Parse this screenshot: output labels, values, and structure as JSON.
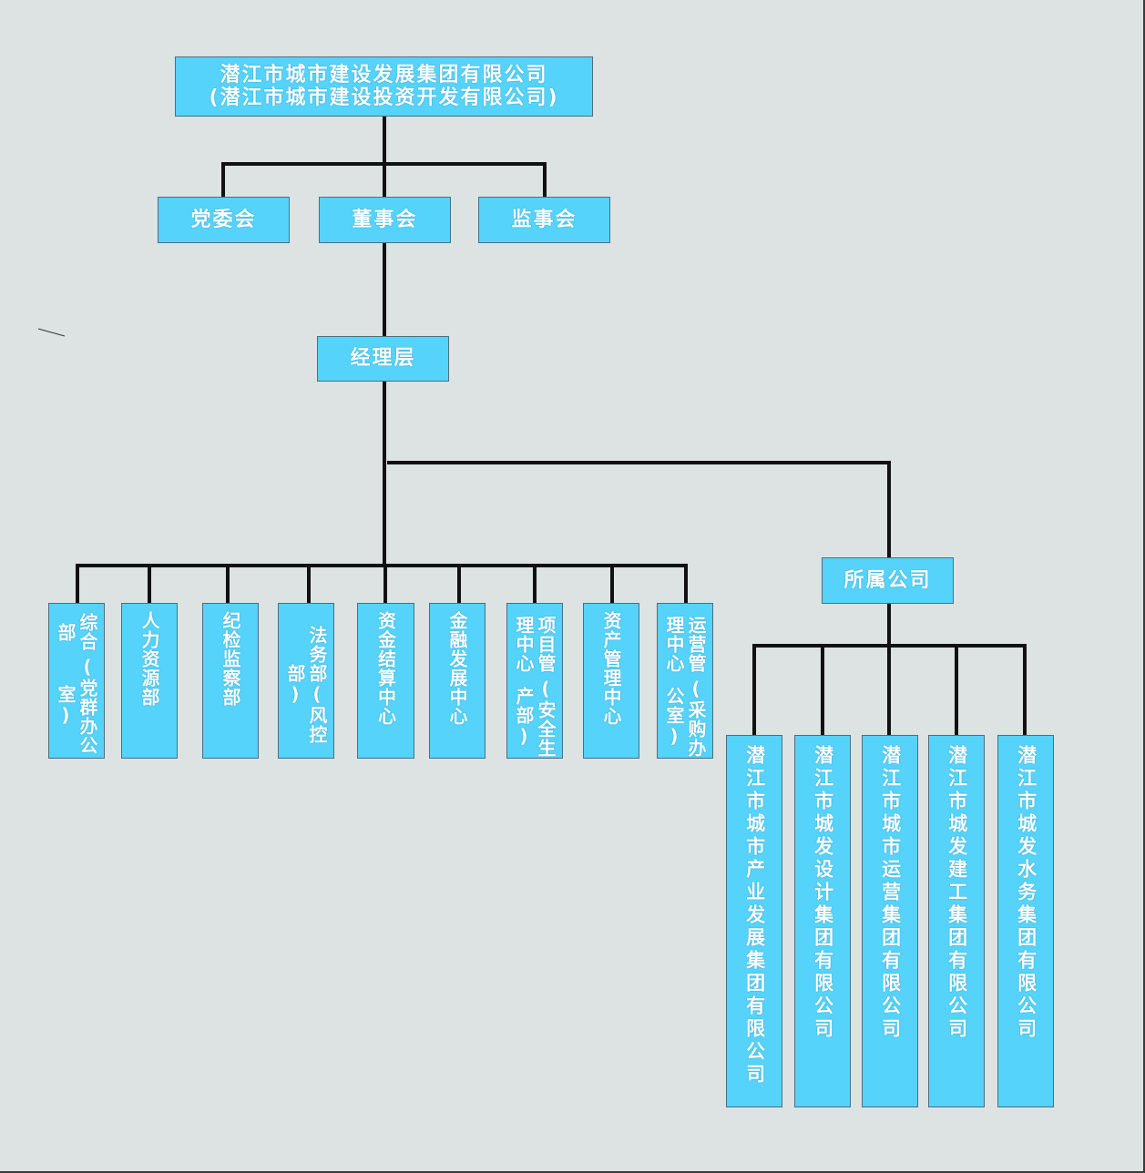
{
  "root": {
    "line1": "潜江市城市建设发展集团有限公司",
    "line2": "(潜江市城市建设投资开发有限公司)"
  },
  "governance": {
    "party": "党委会",
    "board": "董事会",
    "supervisory": "监事会"
  },
  "management": "经理层",
  "departments": [
    {
      "main": "综合部",
      "sub": "(党群办公室)"
    },
    {
      "main": "人力资源部",
      "sub": ""
    },
    {
      "main": "纪检监察部",
      "sub": ""
    },
    {
      "main": "法务部(风控部)",
      "sub": ""
    },
    {
      "main": "资金结算中心",
      "sub": ""
    },
    {
      "main": "金融发展中心",
      "sub": ""
    },
    {
      "main": "项目管理中心",
      "sub": "(安全生产部)"
    },
    {
      "main": "资产管理中心",
      "sub": ""
    },
    {
      "main": "运营管理中心",
      "sub": "(采购办公室)"
    }
  ],
  "subsidiaries_label": "所属公司",
  "subsidiaries": [
    "潜江市城市产业发展集团有限公司",
    "潜江市城发设计集团有限公司",
    "潜江市城市运营集团有限公司",
    "潜江市城发建工集团有限公司",
    "潜江市城发水务集团有限公司"
  ],
  "colors": {
    "box_fill": "#55d3fa",
    "line": "#111111",
    "background": "#dde3e3"
  }
}
